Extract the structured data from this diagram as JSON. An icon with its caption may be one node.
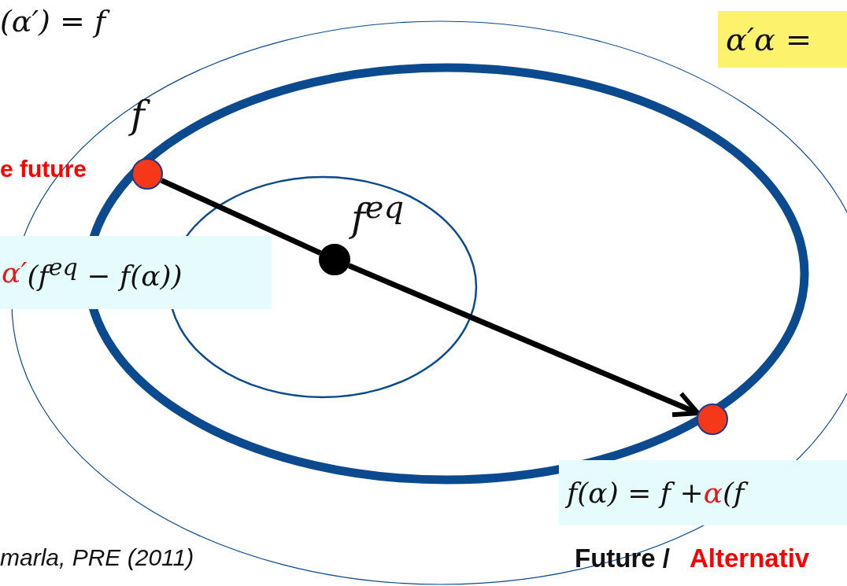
{
  "diagram": {
    "nodes": [
      {
        "text": [],
        "shape": "circle",
        "beside": [
          "f",
          "e future"
        ]
      },
      {
        "text": [],
        "shape": "circle",
        "beside": [
          "f$^{eq}$"
        ]
      },
      {
        "text": [],
        "shape": "circle",
        "beside": [
          "Future /",
          "Alternativ"
        ]
      },
      {
        "text": [
          "α′α ="
        ]
      },
      {
        "text": [
          "α′",
          "(f$^{eq}$ − f(α))"
        ]
      },
      {
        "text": [
          "f(α) = f +",
          "α",
          "(f"
        ]
      }
    ],
    "edges": [
      {
        "from": 0,
        "to": 1,
        "arrow": "none"
      },
      {
        "from": 1,
        "to": 2,
        "arrow": "to"
      }
    ],
    "labels": [
      "(α′) = f",
      "marla, PRE (2011)"
    ]
  }
}
